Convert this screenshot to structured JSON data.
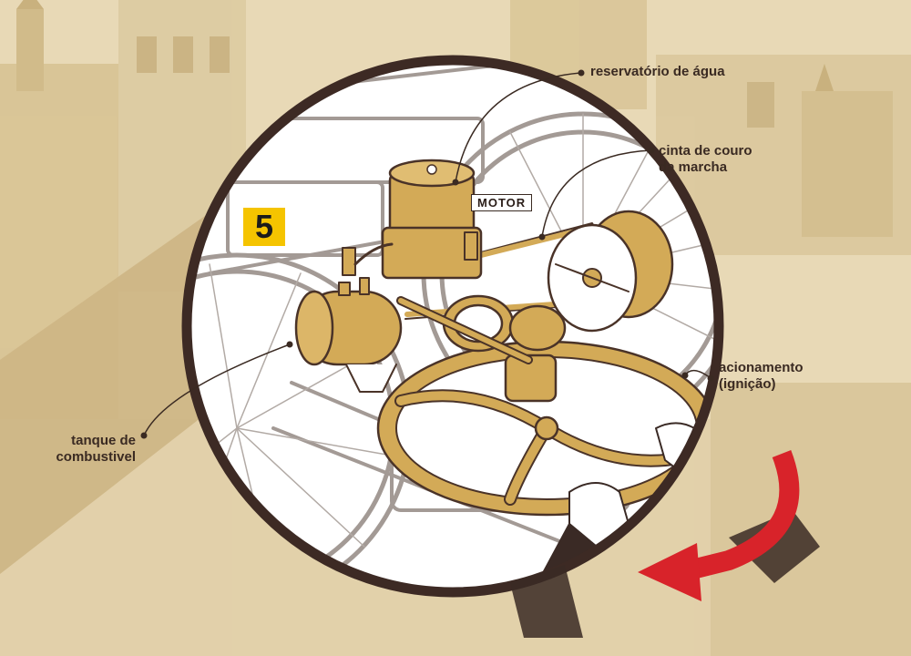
{
  "step_number": "5",
  "labels": {
    "motor": "MOTOR",
    "reservatorio_agua": "reservatório de água",
    "cinta_couro_l1": "cinta de couro",
    "cinta_couro_l2": "da marcha",
    "acionamento_l1": "acionamento",
    "acionamento_l2": "(ignição)",
    "tanque_l1": "tanque de",
    "tanque_l2": "combustivel"
  },
  "colors": {
    "background": "#e6d6b2",
    "sepia_light": "#d9c49a",
    "sepia_mid": "#c9b080",
    "circle_fill": "#ffffff",
    "circle_border": "#3d2a24",
    "engine_gold": "#d3aa57",
    "line_grey": "#a39a95",
    "line_dark": "#4a3328",
    "badge_yellow": "#f5c400",
    "arrow_red": "#d8232a",
    "hand_skin": "#ffffff",
    "sleeve_dark": "#3a2a25"
  }
}
